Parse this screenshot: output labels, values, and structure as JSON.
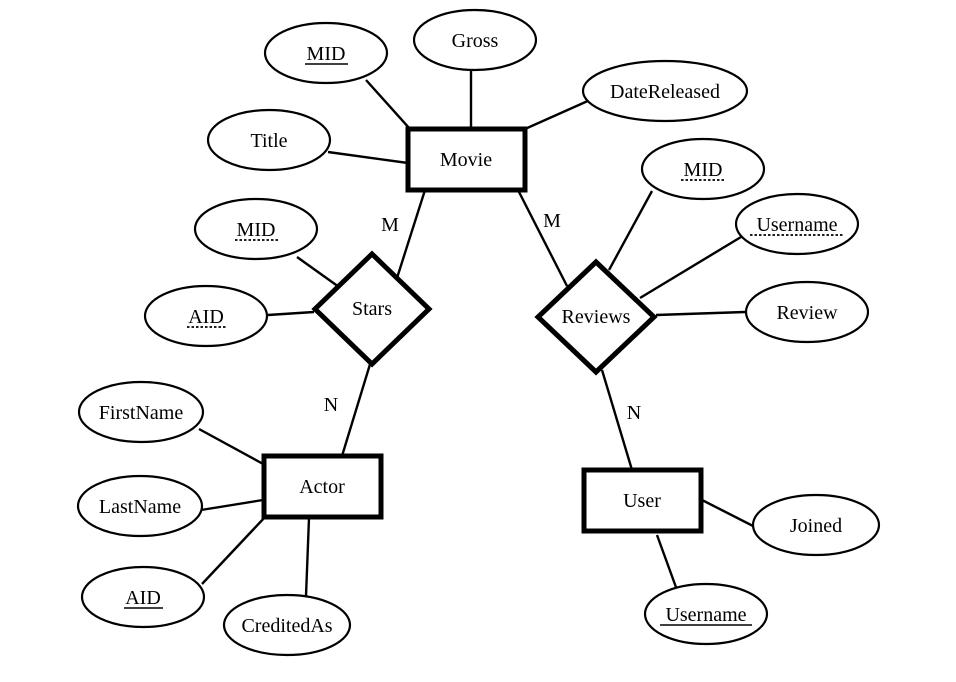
{
  "entities": [
    {
      "id": "movie",
      "label": "Movie"
    },
    {
      "id": "actor",
      "label": "Actor"
    },
    {
      "id": "user",
      "label": "User"
    }
  ],
  "relationships": [
    {
      "id": "stars",
      "label": "Stars"
    },
    {
      "id": "reviews",
      "label": "Reviews"
    }
  ],
  "attributes": [
    {
      "id": "movie-mid",
      "label": "MID",
      "key": "primary"
    },
    {
      "id": "movie-gross",
      "label": "Gross",
      "key": "none"
    },
    {
      "id": "movie-datereleased",
      "label": "DateReleased",
      "key": "none"
    },
    {
      "id": "movie-title",
      "label": "Title",
      "key": "none"
    },
    {
      "id": "stars-mid",
      "label": "MID",
      "key": "partial"
    },
    {
      "id": "stars-aid",
      "label": "AID",
      "key": "partial"
    },
    {
      "id": "reviews-mid",
      "label": "MID",
      "key": "partial"
    },
    {
      "id": "reviews-username",
      "label": "Username",
      "key": "partial"
    },
    {
      "id": "reviews-review",
      "label": "Review",
      "key": "none"
    },
    {
      "id": "actor-firstname",
      "label": "FirstName",
      "key": "none"
    },
    {
      "id": "actor-lastname",
      "label": "LastName",
      "key": "none"
    },
    {
      "id": "actor-aid",
      "label": "AID",
      "key": "primary"
    },
    {
      "id": "actor-creditedas",
      "label": "CreditedAs",
      "key": "none"
    },
    {
      "id": "user-joined",
      "label": "Joined",
      "key": "none"
    },
    {
      "id": "user-username",
      "label": "Username",
      "key": "primary"
    }
  ],
  "cardinalities": [
    {
      "id": "movie-stars",
      "label": "M"
    },
    {
      "id": "stars-actor",
      "label": "N"
    },
    {
      "id": "movie-reviews",
      "label": "M"
    },
    {
      "id": "reviews-user",
      "label": "N"
    }
  ]
}
